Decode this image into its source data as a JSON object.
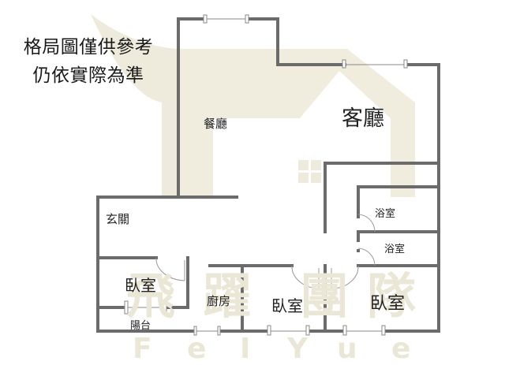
{
  "disclaimer": {
    "line1": "格局圖僅供參考",
    "line2": "仍依實際為準"
  },
  "rooms": {
    "living_room": "客廳",
    "dining_room": "餐廳",
    "entrance": "玄關",
    "bathroom_1": "浴室",
    "bathroom_2": "浴室",
    "bedroom_left": "臥室",
    "balcony": "陽台",
    "kitchen": "廚房",
    "bedroom_middle": "臥室",
    "bedroom_right": "臥室"
  },
  "watermark": {
    "chars_cn": [
      "飛",
      "躍",
      "團",
      "隊"
    ],
    "chars_en": [
      "F",
      "e",
      "I",
      "Y",
      "u",
      "e"
    ]
  },
  "colors": {
    "wall": "#6b6b6b",
    "watermark": "#ebe7d6",
    "text": "#222222"
  }
}
